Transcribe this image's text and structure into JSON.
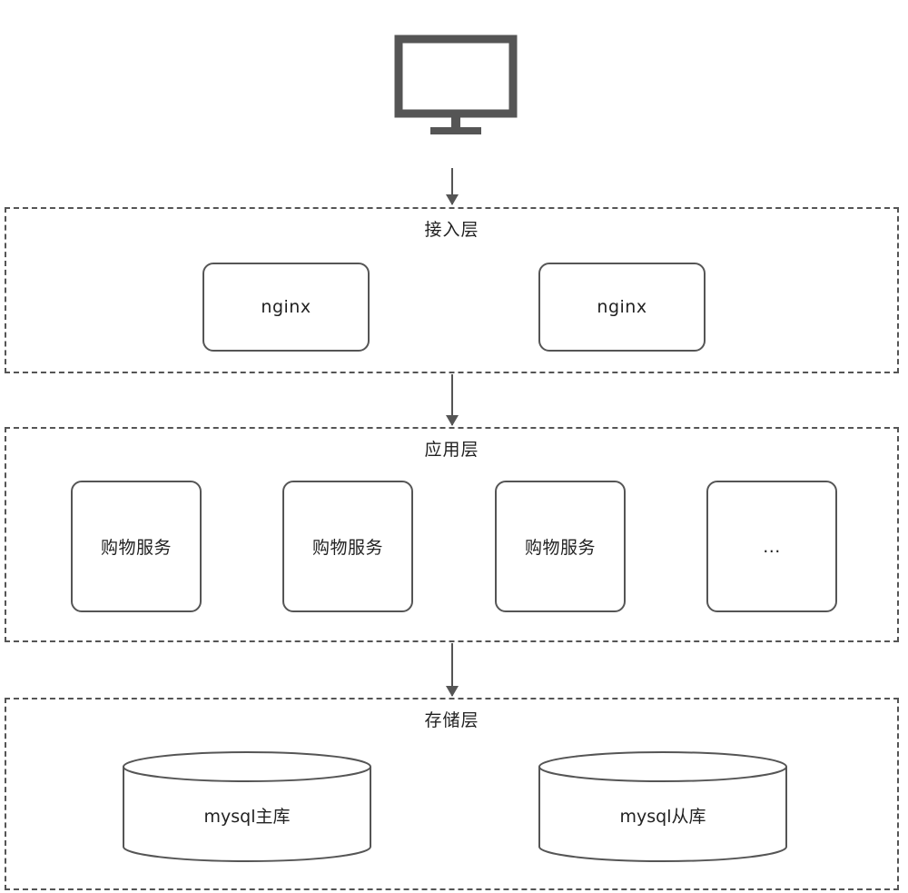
{
  "client": {
    "icon": "monitor-icon"
  },
  "access_layer": {
    "title": "接入层",
    "nodes": [
      {
        "label": "nginx"
      },
      {
        "label": "nginx"
      }
    ]
  },
  "app_layer": {
    "title": "应用层",
    "nodes": [
      {
        "label": "购物服务"
      },
      {
        "label": "购物服务"
      },
      {
        "label": "购物服务"
      },
      {
        "label": "..."
      }
    ]
  },
  "storage_layer": {
    "title": "存储层",
    "databases": [
      {
        "label": "mysql主库",
        "icon": "database-icon"
      },
      {
        "label": "mysql从库",
        "icon": "database-icon"
      }
    ]
  },
  "colors": {
    "stroke": "#555555",
    "text": "#222222",
    "background": "#ffffff"
  }
}
